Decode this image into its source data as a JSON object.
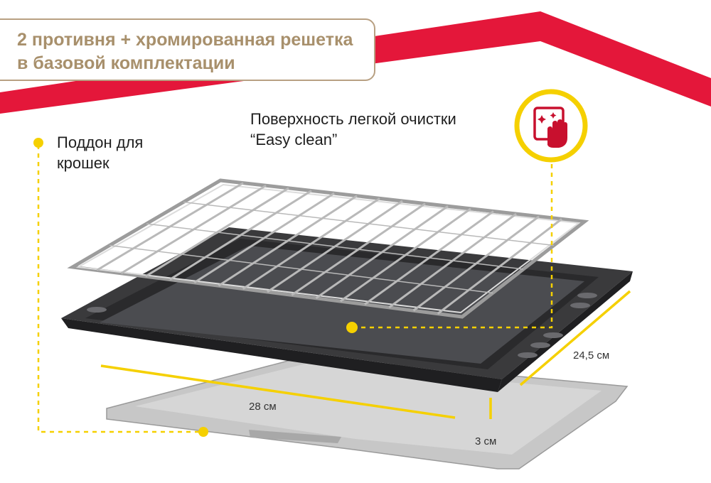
{
  "header": {
    "line1": "2 противня + хромированная решетка",
    "line2": "в базовой комплектации"
  },
  "callouts": {
    "crumb_tray_line1": "Поддон для",
    "crumb_tray_line2": "крошек",
    "easy_clean_line1": "Поверхность легкой очистки",
    "easy_clean_line2": "“Easy clean”"
  },
  "dimensions": {
    "width": "28 см",
    "depth": "24,5 см",
    "height": "3 см"
  },
  "colors": {
    "banner_red": "#e4173a",
    "accent_yellow": "#f5d000",
    "title_gold": "#a8906c",
    "icon_hand": "#c8102e"
  },
  "icons": {
    "easy_clean": "easy-clean-hand-icon"
  }
}
